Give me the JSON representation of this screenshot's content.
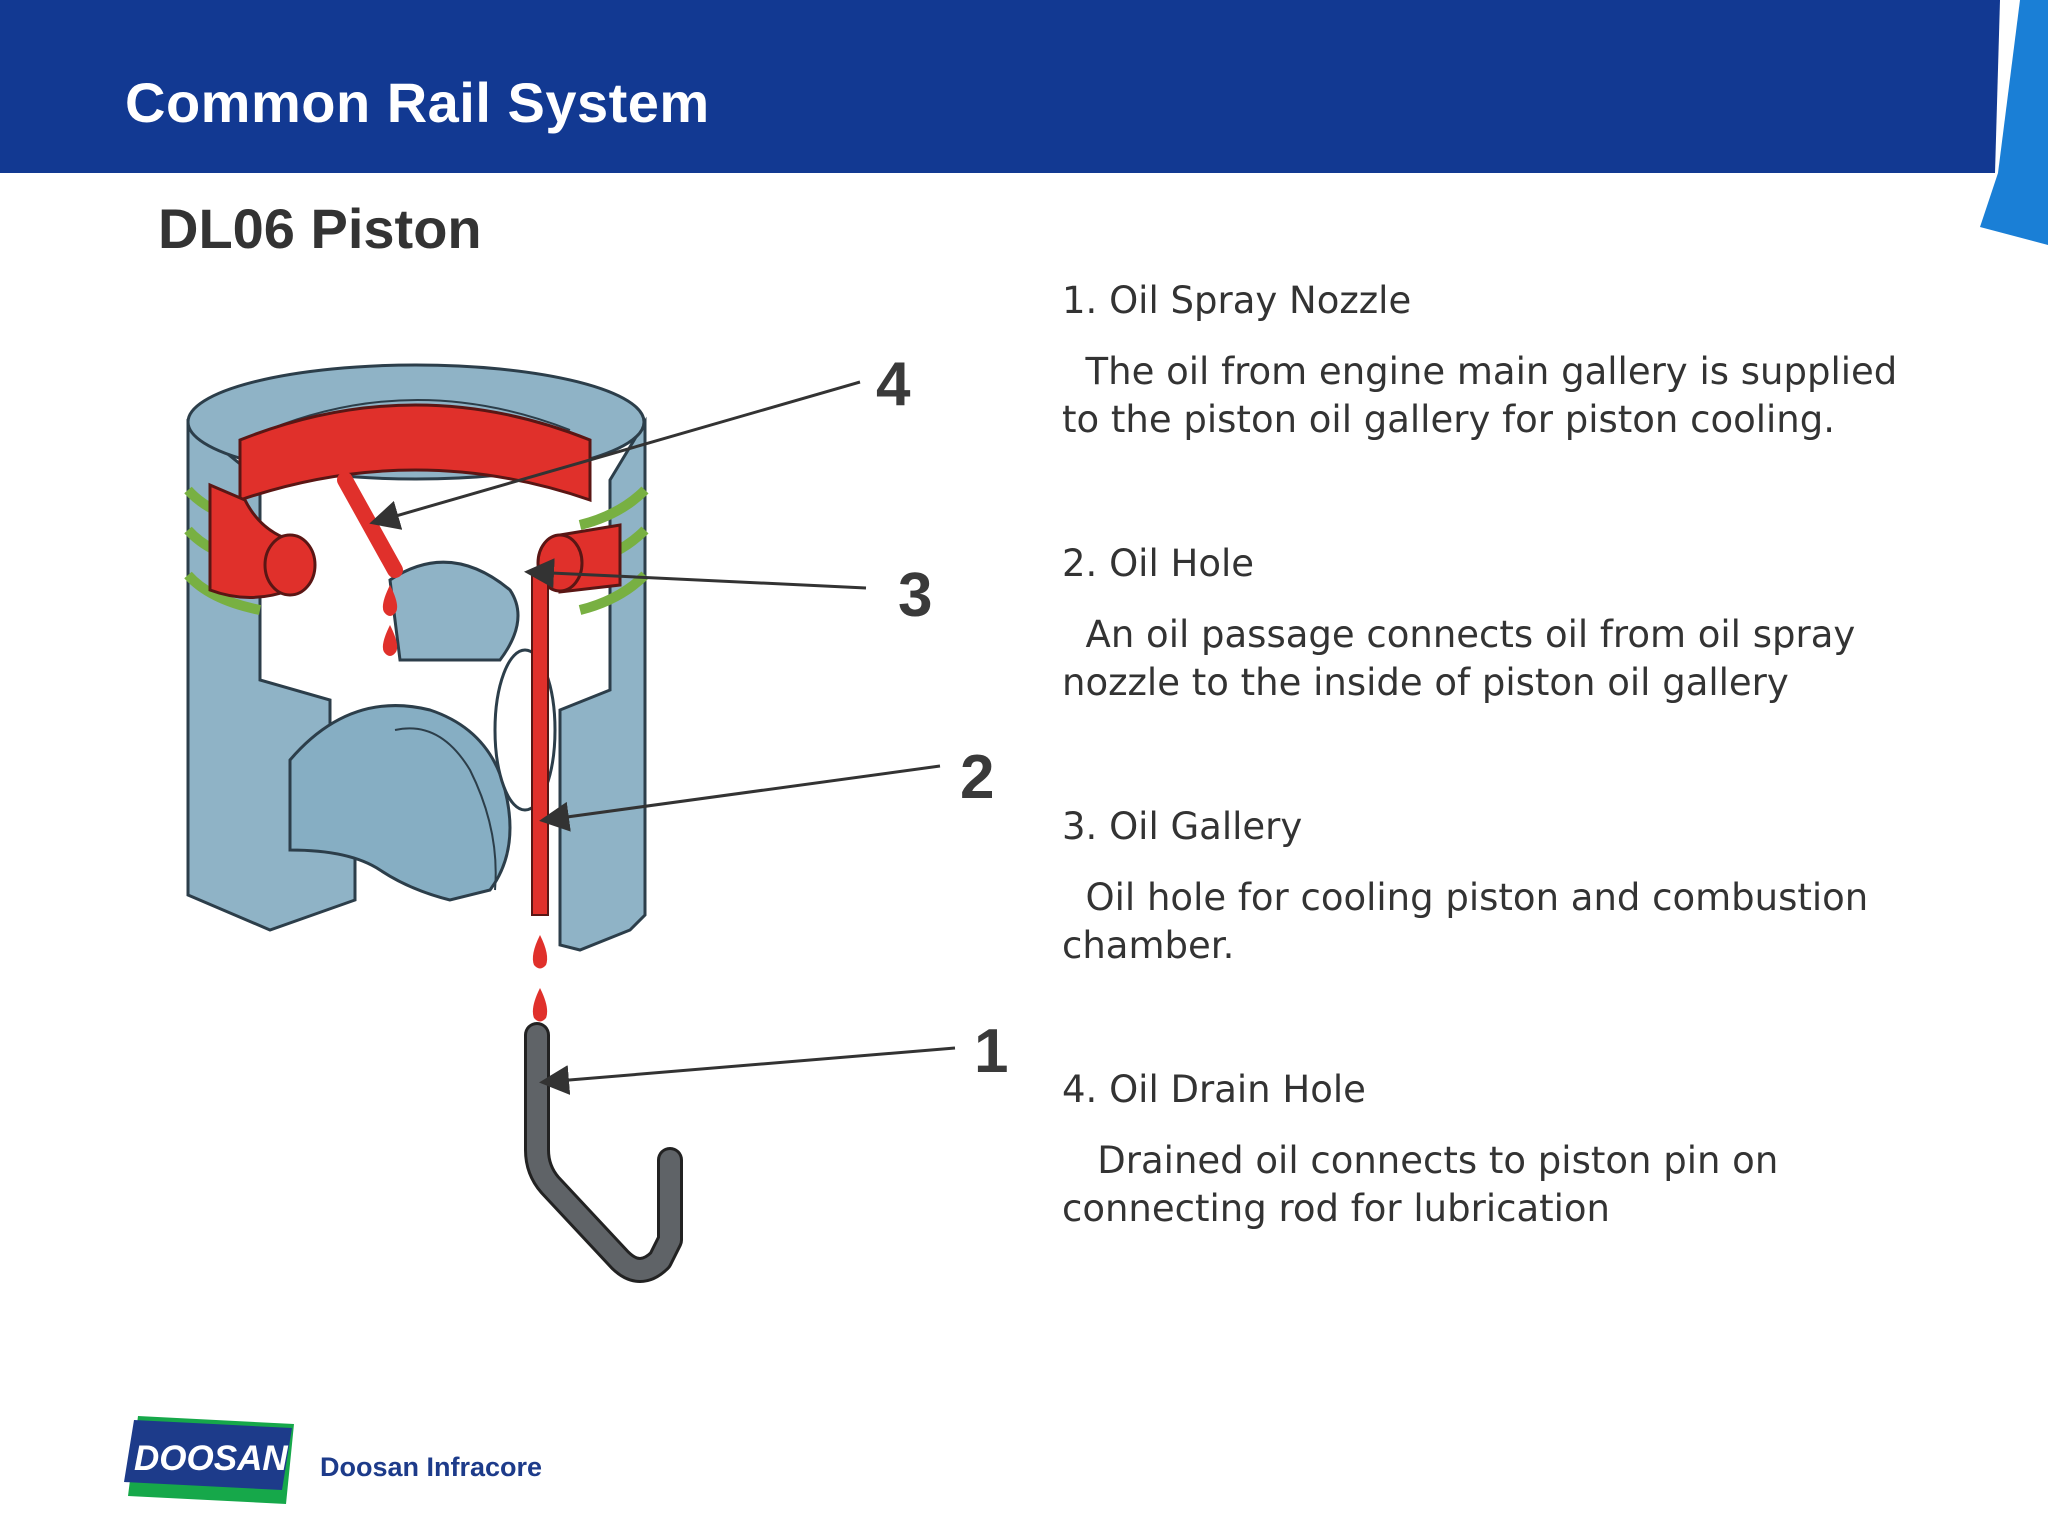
{
  "header": {
    "title": "Common Rail System"
  },
  "slide": {
    "title": "DL06 Piston"
  },
  "diagram": {
    "callouts": [
      "4",
      "3",
      "2",
      "1"
    ]
  },
  "descriptions": [
    {
      "heading": "1. Oil Spray Nozzle",
      "body": "  The oil from engine main gallery is supplied\nto the piston oil gallery for piston cooling."
    },
    {
      "heading": "2. Oil Hole",
      "body": "  An oil passage connects oil from oil spray\nnozzle to the inside of piston oil gallery"
    },
    {
      "heading": "3. Oil Gallery",
      "body": "  Oil hole for cooling piston and combustion\nchamber."
    },
    {
      "heading": "4. Oil Drain Hole",
      "body": "   Drained oil connects to piston pin on\nconnecting rod for lubrication"
    }
  ],
  "footer": {
    "logo_word": "DOOSAN",
    "company": "Doosan Infracore"
  },
  "colors": {
    "header_blue": "#123992",
    "accent_blue": "#1a7fd6",
    "piston_body": "#8fb3c6",
    "oil_red": "#e0302b",
    "ring_green": "#78b042",
    "nozzle_gray": "#5f6367",
    "text": "#333333"
  }
}
